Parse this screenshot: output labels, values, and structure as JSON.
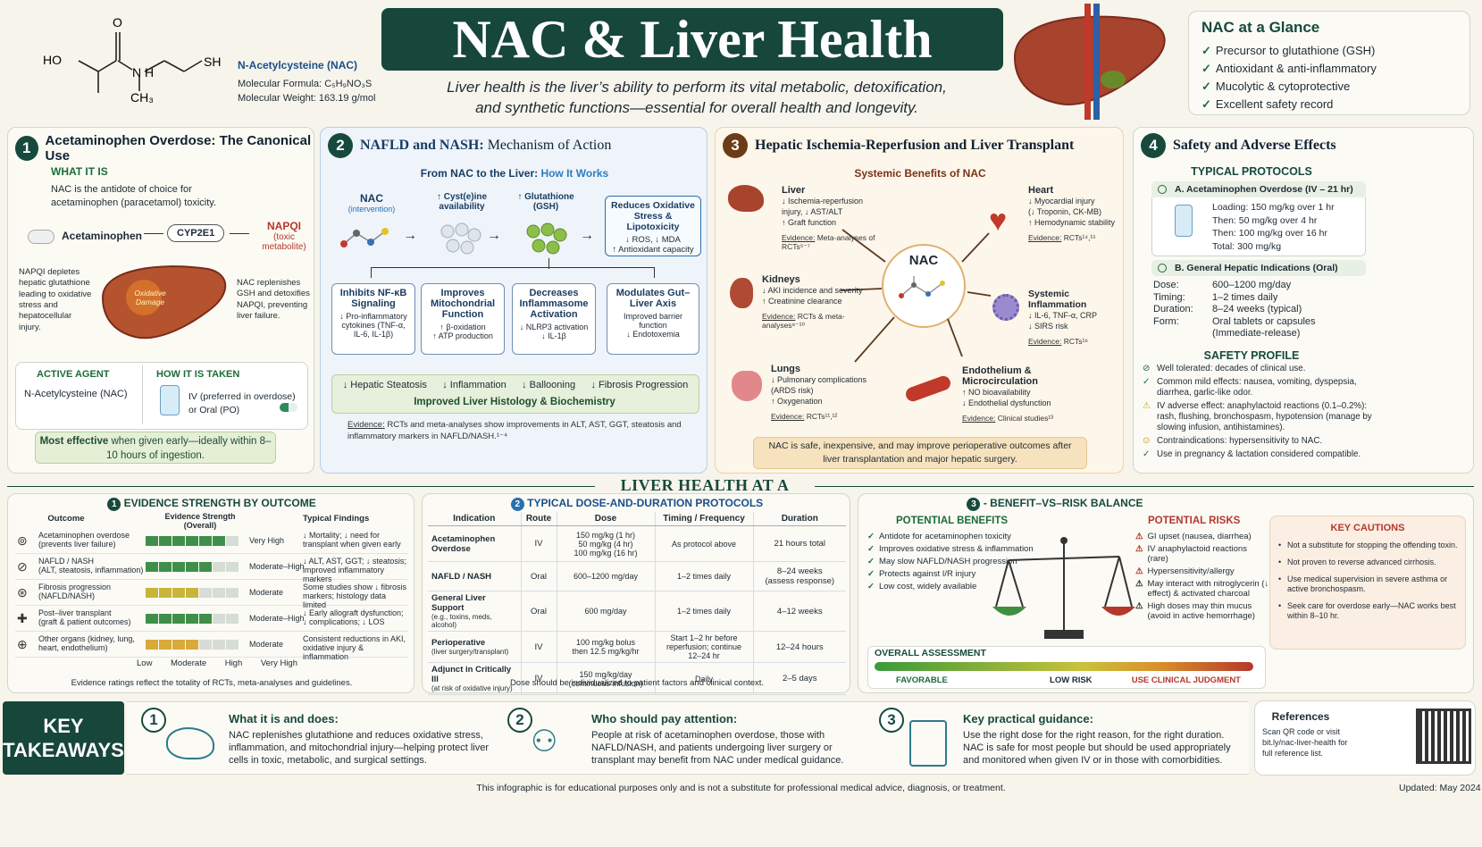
{
  "header": {
    "title": "NAC & Liver Health",
    "subtitle_line1": "Liver health is the liver’s ability to perform its vital metabolic, detoxification,",
    "subtitle_line2": "and synthetic functions—essential for overall health and longevity.",
    "compound_name": "N-Acetylcysteine (NAC)",
    "formula": "Molecular Formula: C₅H₉NO₃S",
    "weight": "Molecular Weight: 163.19 g/mol",
    "mol_labels": [
      "O",
      "HO",
      "N",
      "H",
      "CH₃",
      "SH"
    ]
  },
  "glance": {
    "title": "NAC at a Glance",
    "items": [
      "Precursor to glutathione (GSH)",
      "Antioxidant & anti-inflammatory",
      "Mucolytic & cytoprotective",
      "Excellent safety record"
    ]
  },
  "p1": {
    "num": "1",
    "title": "Acetaminophen Overdose: The Canonical Use",
    "what_title": "WHAT IT IS",
    "what_text": "NAC is the antidote of choice for acetaminophen (paracetamol) toxicity.",
    "drug": "Acetaminophen",
    "enzyme": "CYP2E1",
    "metabolite": "NAPQI",
    "metabolite_sub": "(toxic metabolite)",
    "left_text": "NAPQI depletes hepatic glutathione leading to oxidative stress and hepatocellular injury.",
    "damage": "Oxidative Damage",
    "right_text": "NAC replenishes GSH and detoxifies NAPQI, preventing liver failure.",
    "agent_title": "ACTIVE AGENT",
    "agent": "N-Acetylcysteine (NAC)",
    "taken_title": "HOW IT IS TAKEN",
    "taken": "IV (preferred in overdose) or Oral (PO)",
    "note_bold": "Most effective",
    "note": " when given early—ideally within 8–10 hours of ingestion."
  },
  "p2": {
    "num": "2",
    "title_a": "NAFLD and NASH:",
    "title_b": " Mechanism of Action",
    "flow_a": "From NAC to the Liver: ",
    "flow_b": "How It Works",
    "nac": "NAC",
    "nac_sub": "(intervention)",
    "cys": "↑ Cyst(e)ine availability",
    "gsh": "↑ Glutathione (GSH)",
    "ox_title": "Reduces Oxidative Stress & Lipotoxicity",
    "ox_text": "↓ ROS, ↓ MDA\n↑ Antioxidant capacity",
    "boxes": [
      {
        "t": "Inhibits NF-κB Signaling",
        "d": "↓ Pro-inflammatory cytokines (TNF-α, IL-6, IL-1β)"
      },
      {
        "t": "Improves Mitochondrial Function",
        "d": "↑ β-oxidation\n↑ ATP production"
      },
      {
        "t": "Decreases Inflammasome Activation",
        "d": "↓ NLRP3 activation\n↓ IL-1β"
      },
      {
        "t": "Modulates Gut–Liver Axis",
        "d": "Improved barrier function\n↓ Endotoxemia"
      }
    ],
    "outcomes": [
      "↓ Hepatic Steatosis",
      "↓ Inflammation",
      "↓ Ballooning",
      "↓ Fibrosis Progression"
    ],
    "outcome_title": "Improved Liver Histology & Biochemistry",
    "ev_label": "Evidence:",
    "ev_text": " RCTs and meta-analyses show improvements in ALT, AST, GGT, steatosis and inflammatory markers in NAFLD/NASH.¹⁻⁴"
  },
  "p3": {
    "num": "3",
    "title": "Hepatic Ischemia-Reperfusion and Liver Transplant",
    "sub": "Systemic Benefits of NAC",
    "center": "NAC",
    "organs": [
      {
        "name": "Liver",
        "d": "↓ Ischemia-reperfusion injury, ↓ AST/ALT\n↑ Graft function",
        "ev": "Meta-analyses of RCTs⁵⁻⁷"
      },
      {
        "name": "Heart",
        "d": "↓ Myocardial injury\n(↓ Troponin, CK-MB)\n↑ Hemodynamic stability",
        "ev": "RCTs¹⁴,¹⁵"
      },
      {
        "name": "Kidneys",
        "d": "↓ AKI incidence and severity\n↑ Creatinine clearance",
        "ev": "RCTs & meta-analyses⁸⁻¹⁰"
      },
      {
        "name": "Systemic Inflammation",
        "d": "↓ IL-6, TNF-α, CRP\n↓ SIRS risk",
        "ev": "RCTs¹⁶"
      },
      {
        "name": "Lungs",
        "d": "↓ Pulmonary complications (ARDS risk)\n↑ Oxygenation",
        "ev": "RCTs¹¹,¹²"
      },
      {
        "name": "Endothelium & Microcirculation",
        "d": "↑ NO bioavailability\n↓ Endothelial dysfunction",
        "ev": "Clinical studies¹³"
      }
    ],
    "ev_label": "Evidence:",
    "note": "NAC is safe, inexpensive, and may improve perioperative outcomes after liver transplantation and major hepatic surgery."
  },
  "p4": {
    "num": "4",
    "title": "Safety and Adverse Effects",
    "proto_title": "TYPICAL PROTOCOLS",
    "a_title": "A. Acetaminophen Overdose (IV – 21 hr)",
    "a_items": [
      "Loading: 150 mg/kg over 1 hr",
      "Then: 50 mg/kg over 4 hr",
      "Then: 100 mg/kg over 16 hr",
      "Total: 300 mg/kg"
    ],
    "b_title": "B. General Hepatic Indications (Oral)",
    "b_rows": [
      [
        "Dose:",
        "600–1200 mg/day"
      ],
      [
        "Timing:",
        "1–2 times daily"
      ],
      [
        "Duration:",
        "8–24 weeks (typical)"
      ],
      [
        "Form:",
        "Oral tablets or capsules (Immediate-release)"
      ]
    ],
    "safety_title": "SAFETY PROFILE",
    "safety": [
      {
        "i": "⊘",
        "t": "Well tolerated: decades of clinical use."
      },
      {
        "i": "✓",
        "t": "Common mild effects:  nausea, vomiting, dyspepsia, diarrhea, garlic-like odor."
      },
      {
        "i": "⚠",
        "t": "IV adverse effect:  anaphylactoid reactions (0.1–0.2%): rash, flushing, bronchospasm, hypotension (manage by slowing infusion, antihistamines)."
      },
      {
        "i": "⊙",
        "t": "Contraindications:  hypersensitivity to NAC."
      },
      {
        "i": "✓",
        "t": "Use in pregnancy & lactation considered compatible."
      }
    ]
  },
  "banner": "LIVER HEALTH AT A GLANCE",
  "ev_panel": {
    "num": "1",
    "title": "EVIDENCE STRENGTH BY OUTCOME",
    "cols": [
      "Outcome",
      "Evidence Strength (Overall)",
      "Typical Findings"
    ],
    "rows": [
      {
        "o": "Acetaminophen overdose",
        "os": "(prevents liver failure)",
        "level": 5,
        "color": "#3f8f4a",
        "label": "Very High",
        "f": "↓ Mortality; ↓ need for transplant when given early",
        "icon": "⊚"
      },
      {
        "o": "NAFLD / NASH",
        "os": "(ALT, steatosis, inflammation)",
        "level": 4,
        "color": "#3f8f4a",
        "label": "Moderate–High",
        "f": "↓ ALT, AST, GGT; ↓ steatosis; improved inflammatory markers",
        "icon": "⊘"
      },
      {
        "o": "Fibrosis progression",
        "os": "(NAFLD/NASH)",
        "level": 3,
        "color": "#c9b43a",
        "label": "Moderate",
        "f": "Some studies show ↓ fibrosis markers; histology data limited",
        "icon": "⊛"
      },
      {
        "o": "Post–liver transplant",
        "os": "(graft & patient outcomes)",
        "level": 4,
        "color": "#3f8f4a",
        "label": "Moderate–High",
        "f": "↓ Early allograft dysfunction; ↓ complications; ↓ LOS",
        "icon": "✚"
      },
      {
        "o": "Other organs (kidney, lung, heart, endothelium)",
        "os": "",
        "level": 3,
        "color": "#d9a93a",
        "label": "Moderate",
        "f": "Consistent reductions in AKI, oxidative injury & inflammation",
        "icon": "⊕"
      }
    ],
    "scale": [
      "Low",
      "Moderate",
      "High",
      "Very High"
    ],
    "footer": "Evidence ratings reflect the totality of RCTs, meta-analyses and guidelines."
  },
  "dose_panel": {
    "num": "2",
    "title": "TYPICAL DOSE-AND-DURATION PROTOCOLS",
    "cols": [
      "Indication",
      "Route",
      "Dose",
      "Timing / Frequency",
      "Duration"
    ],
    "rows": [
      {
        "i": "Acetaminophen Overdose",
        "is": "",
        "r": "IV",
        "d": "150 mg/kg (1 hr)\n50 mg/kg (4 hr)\n100 mg/kg (16 hr)",
        "t": "As protocol above",
        "du": "21 hours total"
      },
      {
        "i": "NAFLD / NASH",
        "is": "",
        "r": "Oral",
        "d": "600–1200 mg/day",
        "t": "1–2 times daily",
        "du": "8–24 weeks\n(assess response)"
      },
      {
        "i": "General Liver Support",
        "is": "(e.g., toxins, meds, alcohol)",
        "r": "Oral",
        "d": "600 mg/day",
        "t": "1–2 times daily",
        "du": "4–12 weeks"
      },
      {
        "i": "Perioperative",
        "is": "(liver surgery/transplant)",
        "r": "IV",
        "d": "100 mg/kg bolus\nthen 12.5 mg/kg/hr",
        "t": "Start 1–2 hr before reperfusion; continue 12–24 hr",
        "du": "12–24 hours"
      },
      {
        "i": "Adjunct in Critically Ill",
        "is": "(at risk of oxidative injury)",
        "r": "IV",
        "d": "150 mg/kg/day\n(continuous infusion)",
        "t": "Daily",
        "du": "2–5 days"
      }
    ],
    "footer": "Dose should be individualized to patient factors and clinical context."
  },
  "balance": {
    "num": "3",
    "title": "- BENEFIT–VS–RISK BALANCE",
    "ben_title": "POTENTIAL BENEFITS",
    "benefits": [
      "Antidote for acetaminophen toxicity",
      "Improves oxidative stress & inflammation",
      "May slow NAFLD/NASH progression",
      "Protects against I/R injury",
      "Low cost, widely available"
    ],
    "risk_title": "POTENTIAL RISKS",
    "risks": [
      "GI upset (nausea, diarrhea)",
      "IV anaphylactoid reactions (rare)",
      "Hypersensitivity/allergy",
      "May interact with nitroglycerin (↓ effect) & activated charcoal",
      "High doses may thin mucus (avoid in active hemorrhage)"
    ],
    "cautions_title": "KEY CAUTIONS",
    "cautions": [
      "Not a substitute for stopping the offending toxin.",
      "Not proven to reverse advanced cirrhosis.",
      "Use medical supervision in severe asthma or active bronchospasm.",
      "Seek care for overdose early—NAC works best within 8–10 hr."
    ],
    "assess_title": "OVERALL ASSESSMENT",
    "assess": [
      "FAVORABLE",
      "LOW RISK",
      "USE CLINICAL JUDGMENT"
    ]
  },
  "takeaways": {
    "label": "KEY TAKEAWAYS",
    "items": [
      {
        "n": "1",
        "t": "What it is and does:",
        "d": "NAC replenishes glutathione and reduces oxidative stress, inflammation, and mitochondrial injury—helping protect liver cells in toxic, metabolic, and surgical settings."
      },
      {
        "n": "2",
        "t": "Who should pay attention:",
        "d": "People at risk of acetaminophen overdose, those with NAFLD/NASH, and patients undergoing liver surgery or transplant may benefit from NAC under medical guidance."
      },
      {
        "n": "3",
        "t": "Key practical guidance:",
        "d": "Use the right dose for the right reason, for the right duration. NAC is safe for most people but should be used appropriately and monitored when given IV or in those with comorbidities."
      }
    ],
    "ref_title": "References",
    "ref_text": "Scan QR code or visit bit.ly/nac-liver-health for full reference list."
  },
  "footer": {
    "disclaimer": "This infographic is for educational purposes only and is not a substitute for professional medical advice, diagnosis, or treatment.",
    "updated": "Updated: May 2024"
  }
}
